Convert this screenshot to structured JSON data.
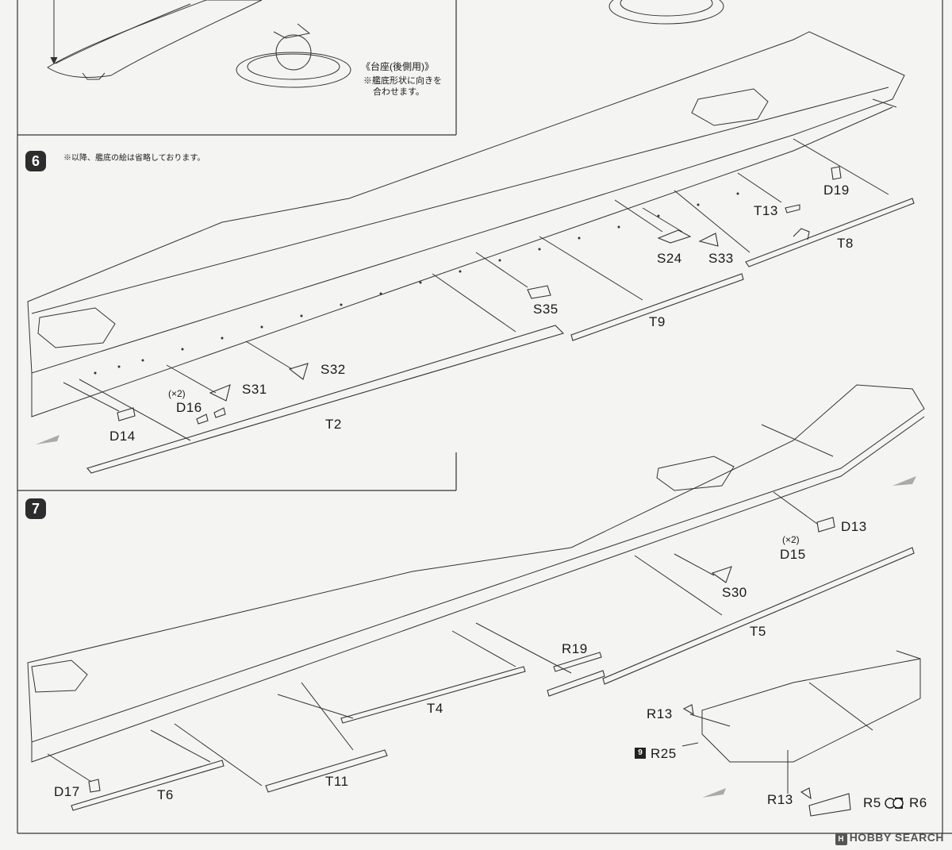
{
  "header": {
    "stand_title": "《台座(後側用)》",
    "stand_note_1": "※艦底形状に向きを",
    "stand_note_2": "合わせます。"
  },
  "step6": {
    "number": "6",
    "note": "※以降、艦底の絵は省略しております。",
    "parts": {
      "D19": "D19",
      "T13": "T13",
      "T8": "T8",
      "S24": "S24",
      "S33": "S33",
      "S35": "S35",
      "T9": "T9",
      "S32": "S32",
      "S31": "S31",
      "D16_qty": "(×2)",
      "D16": "D16",
      "D14": "D14",
      "T2": "T2"
    }
  },
  "step7": {
    "number": "7",
    "parts": {
      "D13": "D13",
      "D15_qty": "(×2)",
      "D15": "D15",
      "S30": "S30",
      "T5": "T5",
      "R19": "R19",
      "T4": "T4",
      "T11": "T11",
      "T6": "T6",
      "D17": "D17",
      "R13a": "R13",
      "R25": "R25",
      "R13b": "R13",
      "R5": "R5",
      "R6": "R6"
    },
    "sheet_ref": "9"
  },
  "watermark": {
    "badge": "H",
    "text": "HOBBY SEARCH"
  }
}
